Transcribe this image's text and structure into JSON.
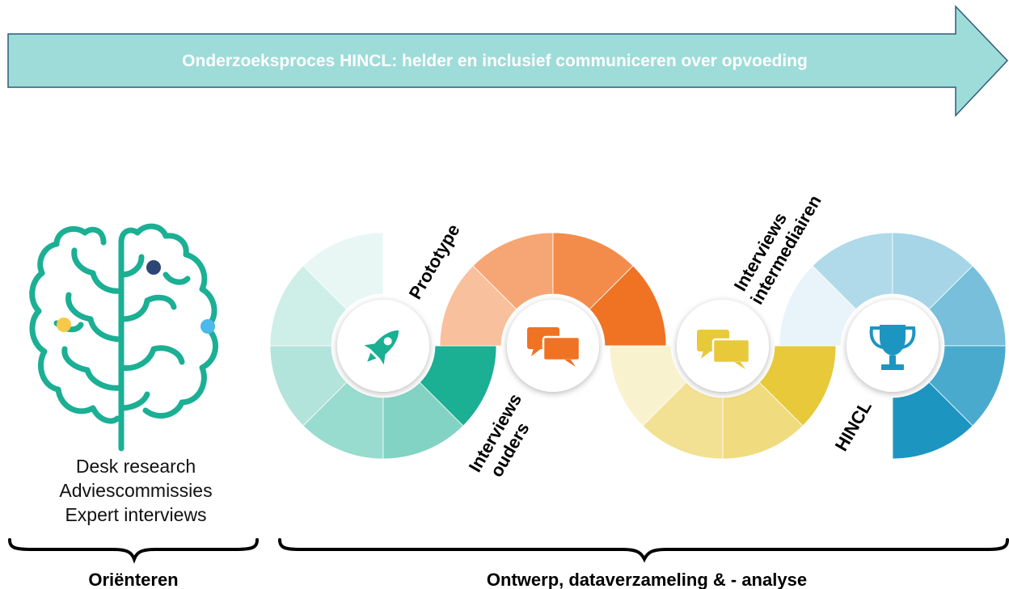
{
  "banner": {
    "title": "Onderzoeksproces HINCL: helder en inclusief communiceren over opvoeding",
    "color": "#9DDCD9"
  },
  "orientation": {
    "activities": [
      "Desk research",
      "Adviescommissies",
      "Expert interviews"
    ],
    "phase_label": "Oriënteren",
    "brain_color": "#1BAF94",
    "dot_colors": [
      "#2D4675",
      "#F7C948",
      "#4DB8EA"
    ]
  },
  "stages": [
    {
      "label": "Prototype",
      "icon": "rocket-icon",
      "color": "#1BAF94"
    },
    {
      "label_lines": [
        "Interviews",
        "ouders"
      ],
      "icon": "chat-bubbles-orange-icon",
      "color": "#F07223"
    },
    {
      "label_lines": [
        "Interviews",
        "intermediairen"
      ],
      "icon": "chat-bubbles-yellow-icon",
      "color": "#E8C93A"
    },
    {
      "label": "HINCL",
      "icon": "trophy-icon",
      "color": "#1D95C1"
    }
  ],
  "design_phase_label": "Ontwerp, dataverzameling & - analyse"
}
